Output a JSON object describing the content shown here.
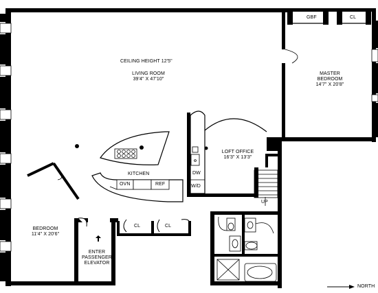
{
  "plan": {
    "ceiling_height": "CEILING HEIGHT 12'5\"",
    "rooms": {
      "living": {
        "name": "LIVING ROOM",
        "size": "39'4\" X 47'10\""
      },
      "master": {
        "name": "MASTER",
        "name2": "BEDROOM",
        "size": "14'7\" X 20'8\""
      },
      "loft": {
        "name": "LOFT OFFICE",
        "size": "16'3\" X 13'3\""
      },
      "kitchen": {
        "name": "KITCHEN"
      },
      "bedroom": {
        "name": "BEDROOM",
        "size": "11'4\" X 20'6\""
      }
    },
    "fixtures": {
      "gbf": "GBF",
      "cl_master": "CL",
      "cl_left": "CL",
      "cl_right": "CL",
      "oven": "OVN",
      "ref": "REF",
      "dw": "DW",
      "wd": "W/D",
      "up": "UP"
    },
    "entry": {
      "line1": "ENTER",
      "line2": "PASSENGER",
      "line3": "ELEVATOR"
    },
    "compass": {
      "label": "NORTH"
    }
  }
}
